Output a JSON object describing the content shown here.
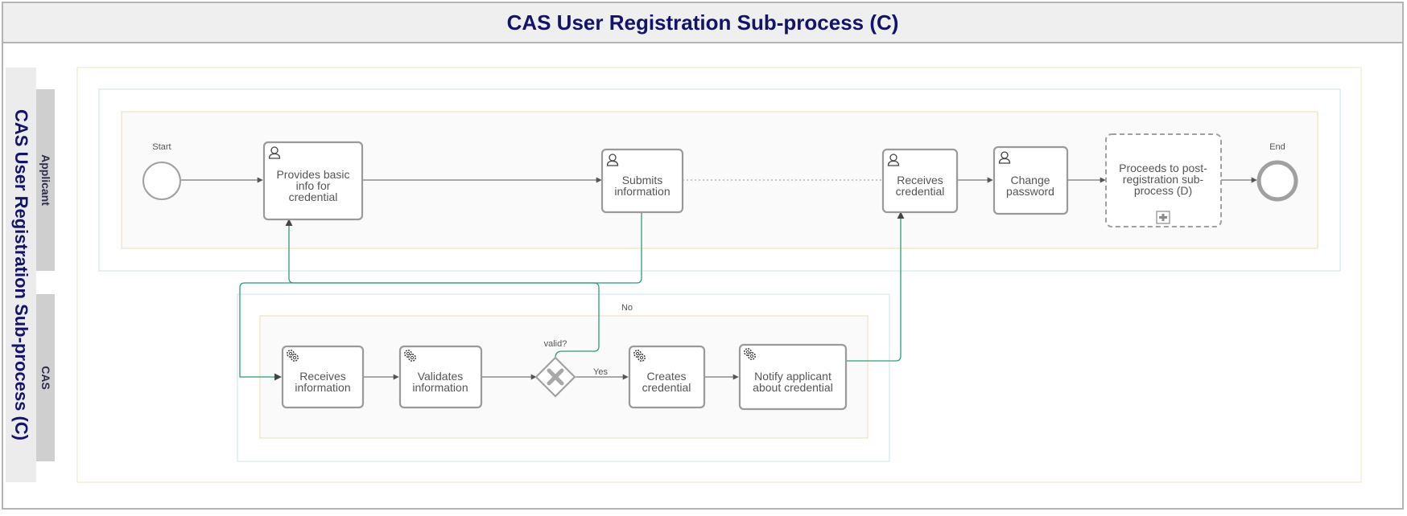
{
  "title": "CAS User Registration Sub-process (C)",
  "pool": {
    "label": "CAS User Registration Sub-process (C)"
  },
  "lanes": {
    "applicant": "Applicant",
    "cas": "CAS"
  },
  "events": {
    "start": "Start",
    "end": "End"
  },
  "tasks": {
    "provides_basic_info": [
      "Provides basic",
      "info for",
      "credential"
    ],
    "submits_information": [
      "Submits",
      "information"
    ],
    "receives_credential": [
      "Receives",
      "credential"
    ],
    "change_password": [
      "Change",
      "password"
    ],
    "proceeds_post_registration": [
      "Proceeds to post-",
      "registration sub-",
      "process (D)"
    ],
    "cas_receives_information": [
      "Receives",
      "information"
    ],
    "validates_information": [
      "Validates",
      "information"
    ],
    "creates_credential": [
      "Creates",
      "credential"
    ],
    "notify_applicant": [
      "Notify applicant",
      "about credential"
    ]
  },
  "gateway": {
    "label": "valid?",
    "yes": "Yes",
    "no": "No"
  },
  "colors": {
    "title": "#13136b",
    "flow": "#2e9c7a",
    "task_border": "#9a9a9a"
  }
}
